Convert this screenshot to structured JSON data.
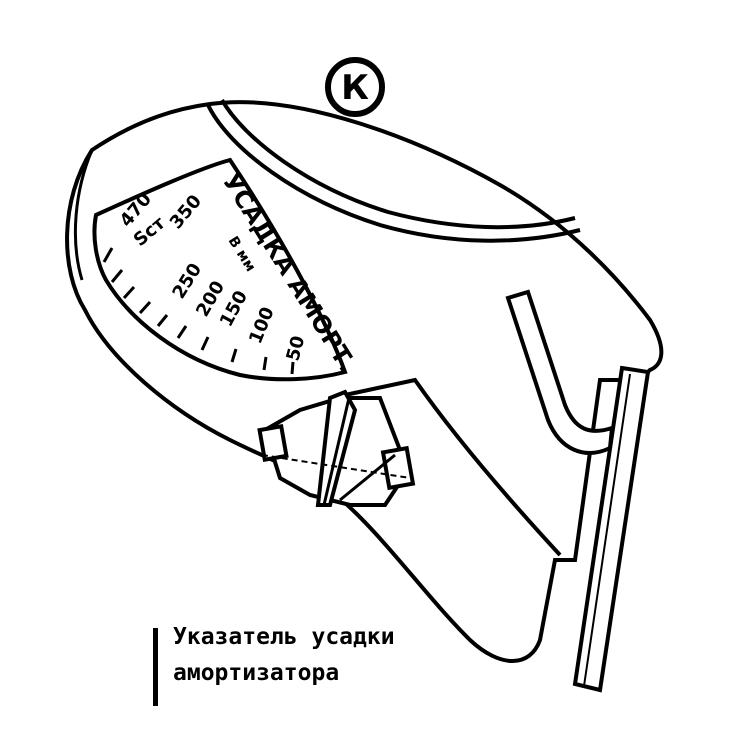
{
  "view_label": "К",
  "scale": {
    "title": "УСАДКА АМОРТ.",
    "unit": "В мм",
    "symbol": "Sст",
    "ticks": [
      "470",
      "350",
      "250",
      "200",
      "150",
      "100",
      "50"
    ]
  },
  "caption": {
    "line1": "Указатель усадки",
    "line2": "амортизатора"
  }
}
